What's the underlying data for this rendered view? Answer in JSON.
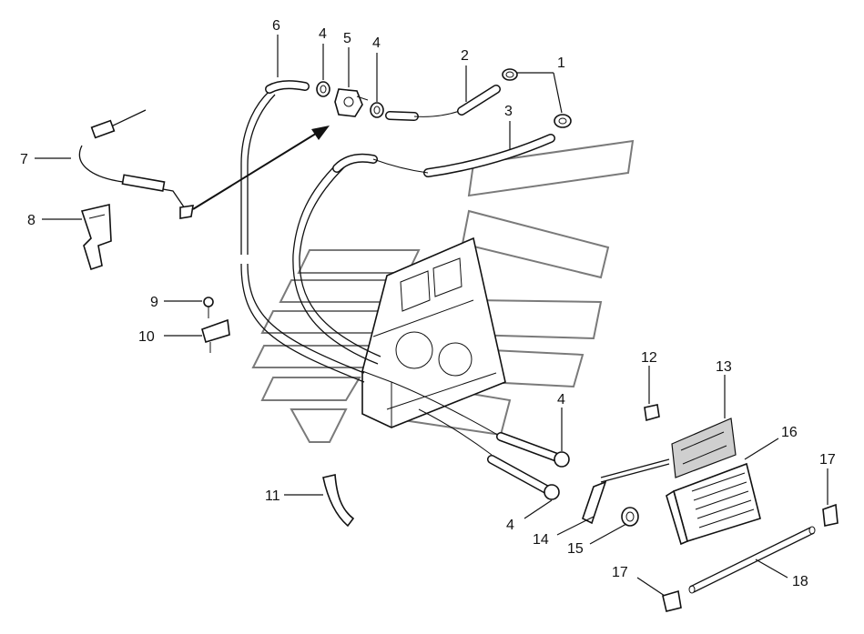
{
  "diagram": {
    "callouts": [
      {
        "id": "c1",
        "label": "1"
      },
      {
        "id": "c2",
        "label": "2"
      },
      {
        "id": "c3",
        "label": "3"
      },
      {
        "id": "c4a",
        "label": "4"
      },
      {
        "id": "c4b",
        "label": "4"
      },
      {
        "id": "c4c",
        "label": "4"
      },
      {
        "id": "c4d",
        "label": "4"
      },
      {
        "id": "c5",
        "label": "5"
      },
      {
        "id": "c6",
        "label": "6"
      },
      {
        "id": "c7",
        "label": "7"
      },
      {
        "id": "c8",
        "label": "8"
      },
      {
        "id": "c9",
        "label": "9"
      },
      {
        "id": "c10",
        "label": "10"
      },
      {
        "id": "c11",
        "label": "11"
      },
      {
        "id": "c12",
        "label": "12"
      },
      {
        "id": "c13",
        "label": "13"
      },
      {
        "id": "c14",
        "label": "14"
      },
      {
        "id": "c15",
        "label": "15"
      },
      {
        "id": "c16",
        "label": "16"
      },
      {
        "id": "c17a",
        "label": "17"
      },
      {
        "id": "c17b",
        "label": "17"
      },
      {
        "id": "c18",
        "label": "18"
      }
    ]
  }
}
